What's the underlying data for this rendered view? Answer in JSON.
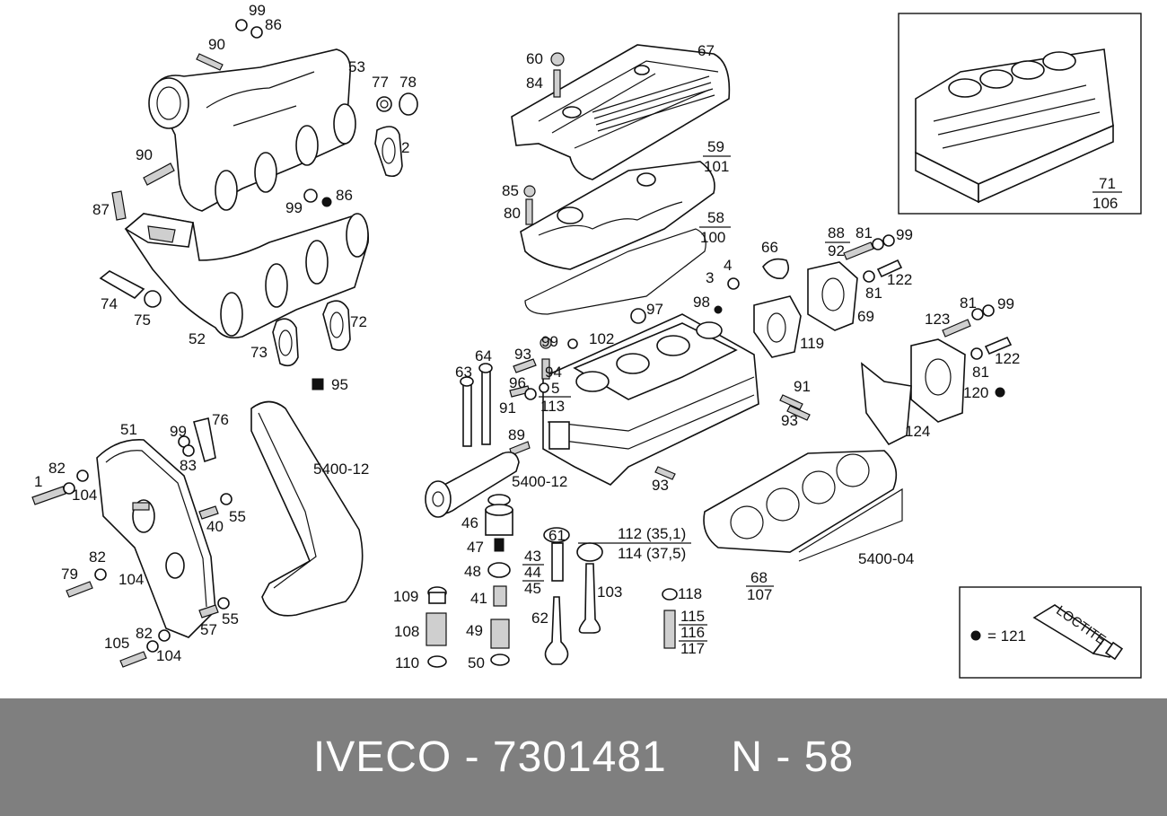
{
  "footer": {
    "text": "IVECO - 7301481     N - 58"
  },
  "legend": {
    "symbol_label": "= 121",
    "tube_label": "LOCTITE"
  },
  "inset": {
    "num": "71",
    "den": "106"
  },
  "labels": {
    "l99a": "99",
    "l86a": "86",
    "l90a": "90",
    "l53": "53",
    "l77": "77",
    "l78": "78",
    "l2": "2",
    "l90b": "90",
    "l99b": "99",
    "l86b": "86",
    "l87": "87",
    "l74": "74",
    "l75": "75",
    "l52": "52",
    "l73": "73",
    "l72": "72",
    "l95": "95",
    "l60": "60",
    "l67": "67",
    "l84": "84",
    "l85": "85",
    "l80": "80",
    "l66": "66",
    "l81a": "81",
    "l99c": "99",
    "l122a": "122",
    "l3": "3",
    "l4": "4",
    "l81b": "81",
    "l98": "98",
    "l97": "97",
    "l69": "69",
    "l99d": "99",
    "l102": "102",
    "l119": "119",
    "l64": "64",
    "l93a": "93",
    "l63": "63",
    "l94": "94",
    "l96": "96",
    "l5": "5",
    "l91a": "91",
    "l91b": "91",
    "l93b": "93",
    "l123": "123",
    "l81c": "81",
    "l99e": "99",
    "l122b": "122",
    "l81d": "81",
    "l120": "120",
    "l124": "124",
    "l89": "89",
    "l5400_12a": "5400-12",
    "l93c": "93",
    "l51": "51",
    "l99f": "99",
    "l76": "76",
    "l83": "83",
    "l1": "1",
    "l82a": "82",
    "l104a": "104",
    "l55a": "55",
    "l40": "40",
    "l82b": "82",
    "l79": "79",
    "l104b": "104",
    "l55b": "55",
    "l57": "57",
    "l82c": "82",
    "l105": "105",
    "l104c": "104",
    "l5400_12b": "5400-12",
    "l46": "46",
    "l61": "61",
    "l47": "47",
    "l48": "48",
    "l41": "41",
    "l109": "109",
    "l108": "108",
    "l110": "110",
    "l49": "49",
    "l50": "50",
    "l62": "62",
    "l103": "103",
    "l118": "118",
    "l5400_04": "5400-04"
  },
  "fractions": {
    "f59": {
      "num": "59",
      "den": "101"
    },
    "f58": {
      "num": "58",
      "den": "100"
    },
    "f88": {
      "num": "88",
      "den": "92"
    },
    "f113": {
      "num": "5",
      "den": "113"
    },
    "f43": {
      "top": "43",
      "mid": "44",
      "bot": "45"
    },
    "f115": {
      "top": "115",
      "mid": "116",
      "bot": "117"
    },
    "f68": {
      "num": "68",
      "den": "107"
    },
    "f112": {
      "num": "112 (35,1)",
      "den": "114 (37,5)"
    }
  }
}
